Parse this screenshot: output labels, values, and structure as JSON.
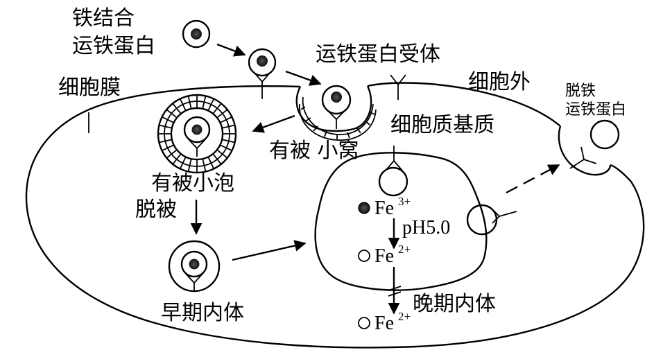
{
  "labels": {
    "iron_bound_line1": "铁结合",
    "iron_bound_line2": "运铁蛋白",
    "receptor": "运铁蛋白受体",
    "cell_membrane": "细胞膜",
    "extracellular": "细胞外",
    "apo_line1": "脱铁",
    "apo_line2": "运铁蛋白",
    "cytoplasm": "细胞质基质",
    "coated_pit": "有被 小窝",
    "coated_vesicle": "有被小泡",
    "uncoating": "脱被",
    "early_endosome": "早期内体",
    "late_endosome": "晚期内体",
    "ph": "pH5.0",
    "fe3": "Fe",
    "fe3_charge": "3+",
    "fe2_a": "Fe",
    "fe2_a_charge": "2+",
    "fe2_b": "Fe",
    "fe2_b_charge": "2+"
  },
  "colors": {
    "ink": "#000000",
    "paper": "#ffffff",
    "iron_core": "#222222"
  }
}
